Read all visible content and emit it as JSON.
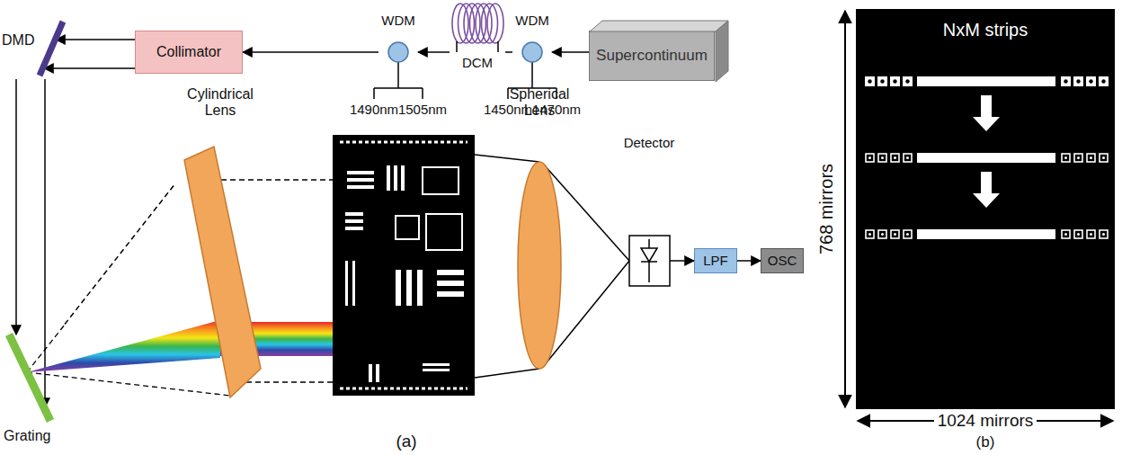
{
  "diagram": {
    "nodes": [
      {
        "text": [
          "DMD"
        ]
      },
      {
        "text": [
          "Collimator"
        ]
      },
      {
        "text": [
          "WDM"
        ]
      },
      {
        "text": [
          "DCM"
        ]
      },
      {
        "text": [
          "WDM"
        ]
      },
      {
        "text": [
          "Supercontinuum"
        ]
      },
      {
        "text": [
          "Cylindrical Lens"
        ]
      },
      {
        "text": [
          "Spherical Lens"
        ]
      },
      {
        "text": [
          "Detector"
        ]
      },
      {
        "text": [
          "LPF"
        ]
      },
      {
        "text": [
          "OSC"
        ]
      },
      {
        "text": [
          "Grating"
        ]
      },
      {
        "text": [
          "NxM strips"
        ]
      }
    ],
    "edges": [
      {
        "from": 5,
        "to": 4,
        "arrow": "to"
      },
      {
        "from": 4,
        "to": 3,
        "arrow": "none"
      },
      {
        "from": 3,
        "to": 2,
        "arrow": "to"
      },
      {
        "from": 2,
        "to": 1,
        "arrow": "to"
      },
      {
        "from": 1,
        "to": 0,
        "arrow": "to"
      },
      {
        "from": 0,
        "to": 11,
        "arrow": "to"
      },
      {
        "from": 7,
        "to": 8,
        "arrow": "none"
      },
      {
        "from": 8,
        "to": 9,
        "arrow": "to"
      },
      {
        "from": 9,
        "to": 10,
        "arrow": "to"
      },
      {
        "from": 11,
        "to": 6,
        "arrow": "none"
      }
    ],
    "labels": [
      "1490nm",
      "1505nm",
      "1450nm",
      "1470nm",
      "(a)",
      "768 mirrors",
      "1024 mirrors",
      "(b)"
    ]
  }
}
